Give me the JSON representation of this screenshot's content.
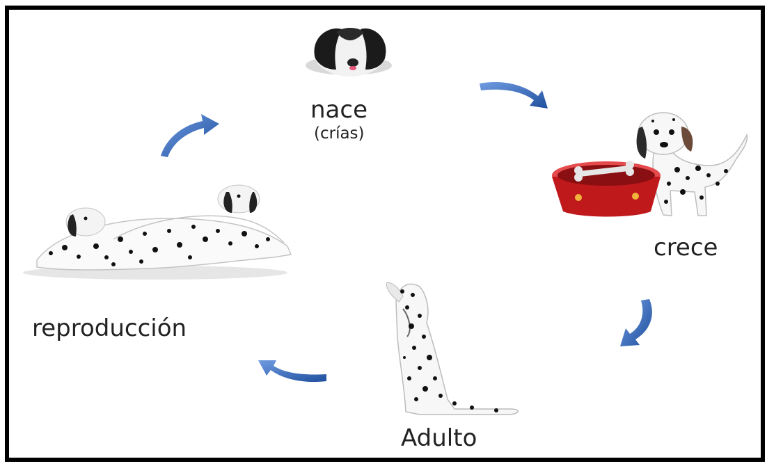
{
  "stages": {
    "nace": "nace",
    "crias": "(crías)",
    "crece": "crece",
    "adulto": "Adulto",
    "reproduccion": "reproducción"
  },
  "colors": {
    "frame": "#000000",
    "arrow": "#3a6fc4",
    "arrow_dark": "#1f4f9e",
    "bowl": "#c0191c",
    "spot": "#111111"
  },
  "icons": [
    "puppy-head-icon",
    "dalmatian-puppy-icon",
    "food-bowl-icon",
    "sitting-dalmatian-icon",
    "lying-dalmatians-icon",
    "cycle-arrow-icon"
  ]
}
